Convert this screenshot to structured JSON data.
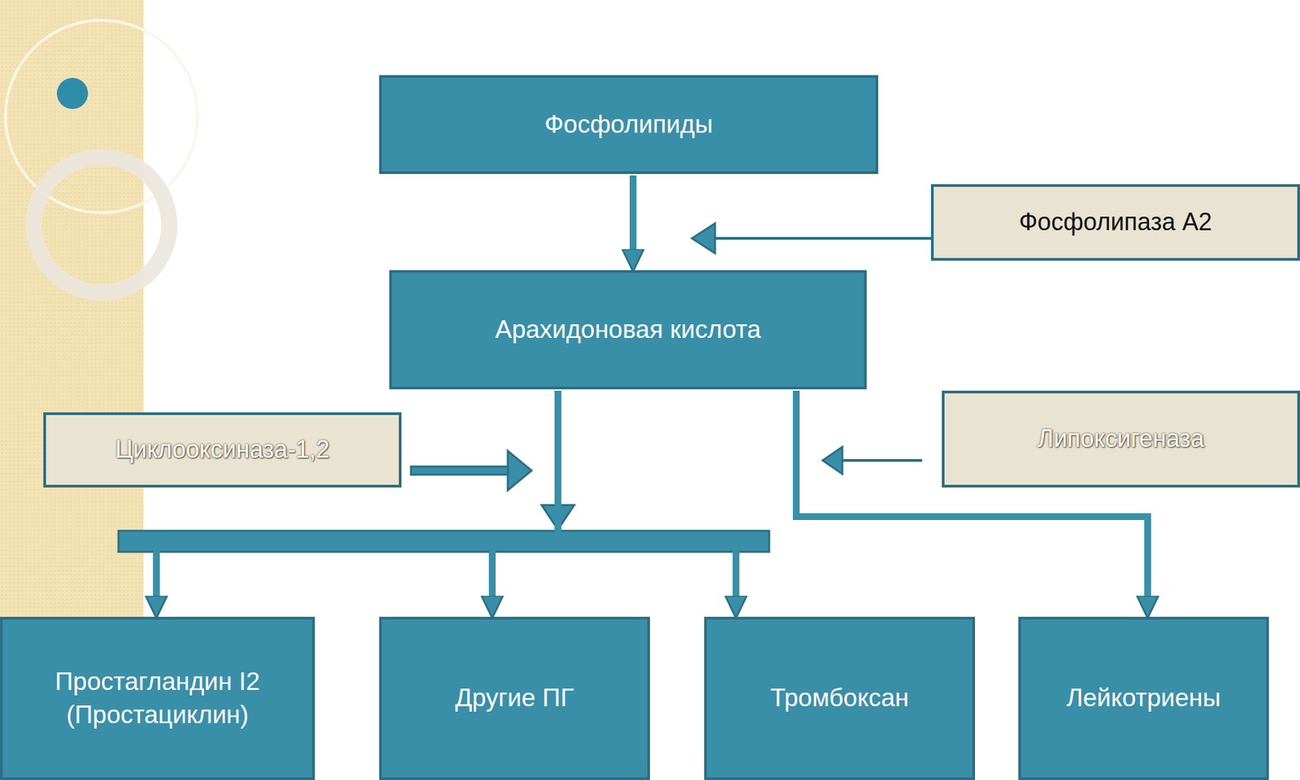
{
  "diagram": {
    "nodes": [
      {
        "text": [
          "Фосфолипиды"
        ]
      },
      {
        "text": [
          "Фосфолипаза А2"
        ]
      },
      {
        "text": [
          "Арахидоновая кислота"
        ]
      },
      {
        "text": [
          "Циклооксиназа-1,2"
        ]
      },
      {
        "text": [
          "Липоксигеназа"
        ]
      },
      {
        "text": [
          "Простагландин I2 (Простациклин)"
        ]
      },
      {
        "text": [
          "Другие ПГ"
        ]
      },
      {
        "text": [
          "Тромбоксан"
        ]
      },
      {
        "text": [
          "Лейкотриены"
        ]
      }
    ],
    "edges": [
      {
        "from": 0,
        "to": 2,
        "arrow": "to"
      },
      {
        "from": 2,
        "to": 5,
        "arrow": "to"
      },
      {
        "from": 2,
        "to": 6,
        "arrow": "to"
      },
      {
        "from": 2,
        "to": 7,
        "arrow": "to"
      },
      {
        "from": 2,
        "to": 8,
        "arrow": "to"
      }
    ]
  }
}
